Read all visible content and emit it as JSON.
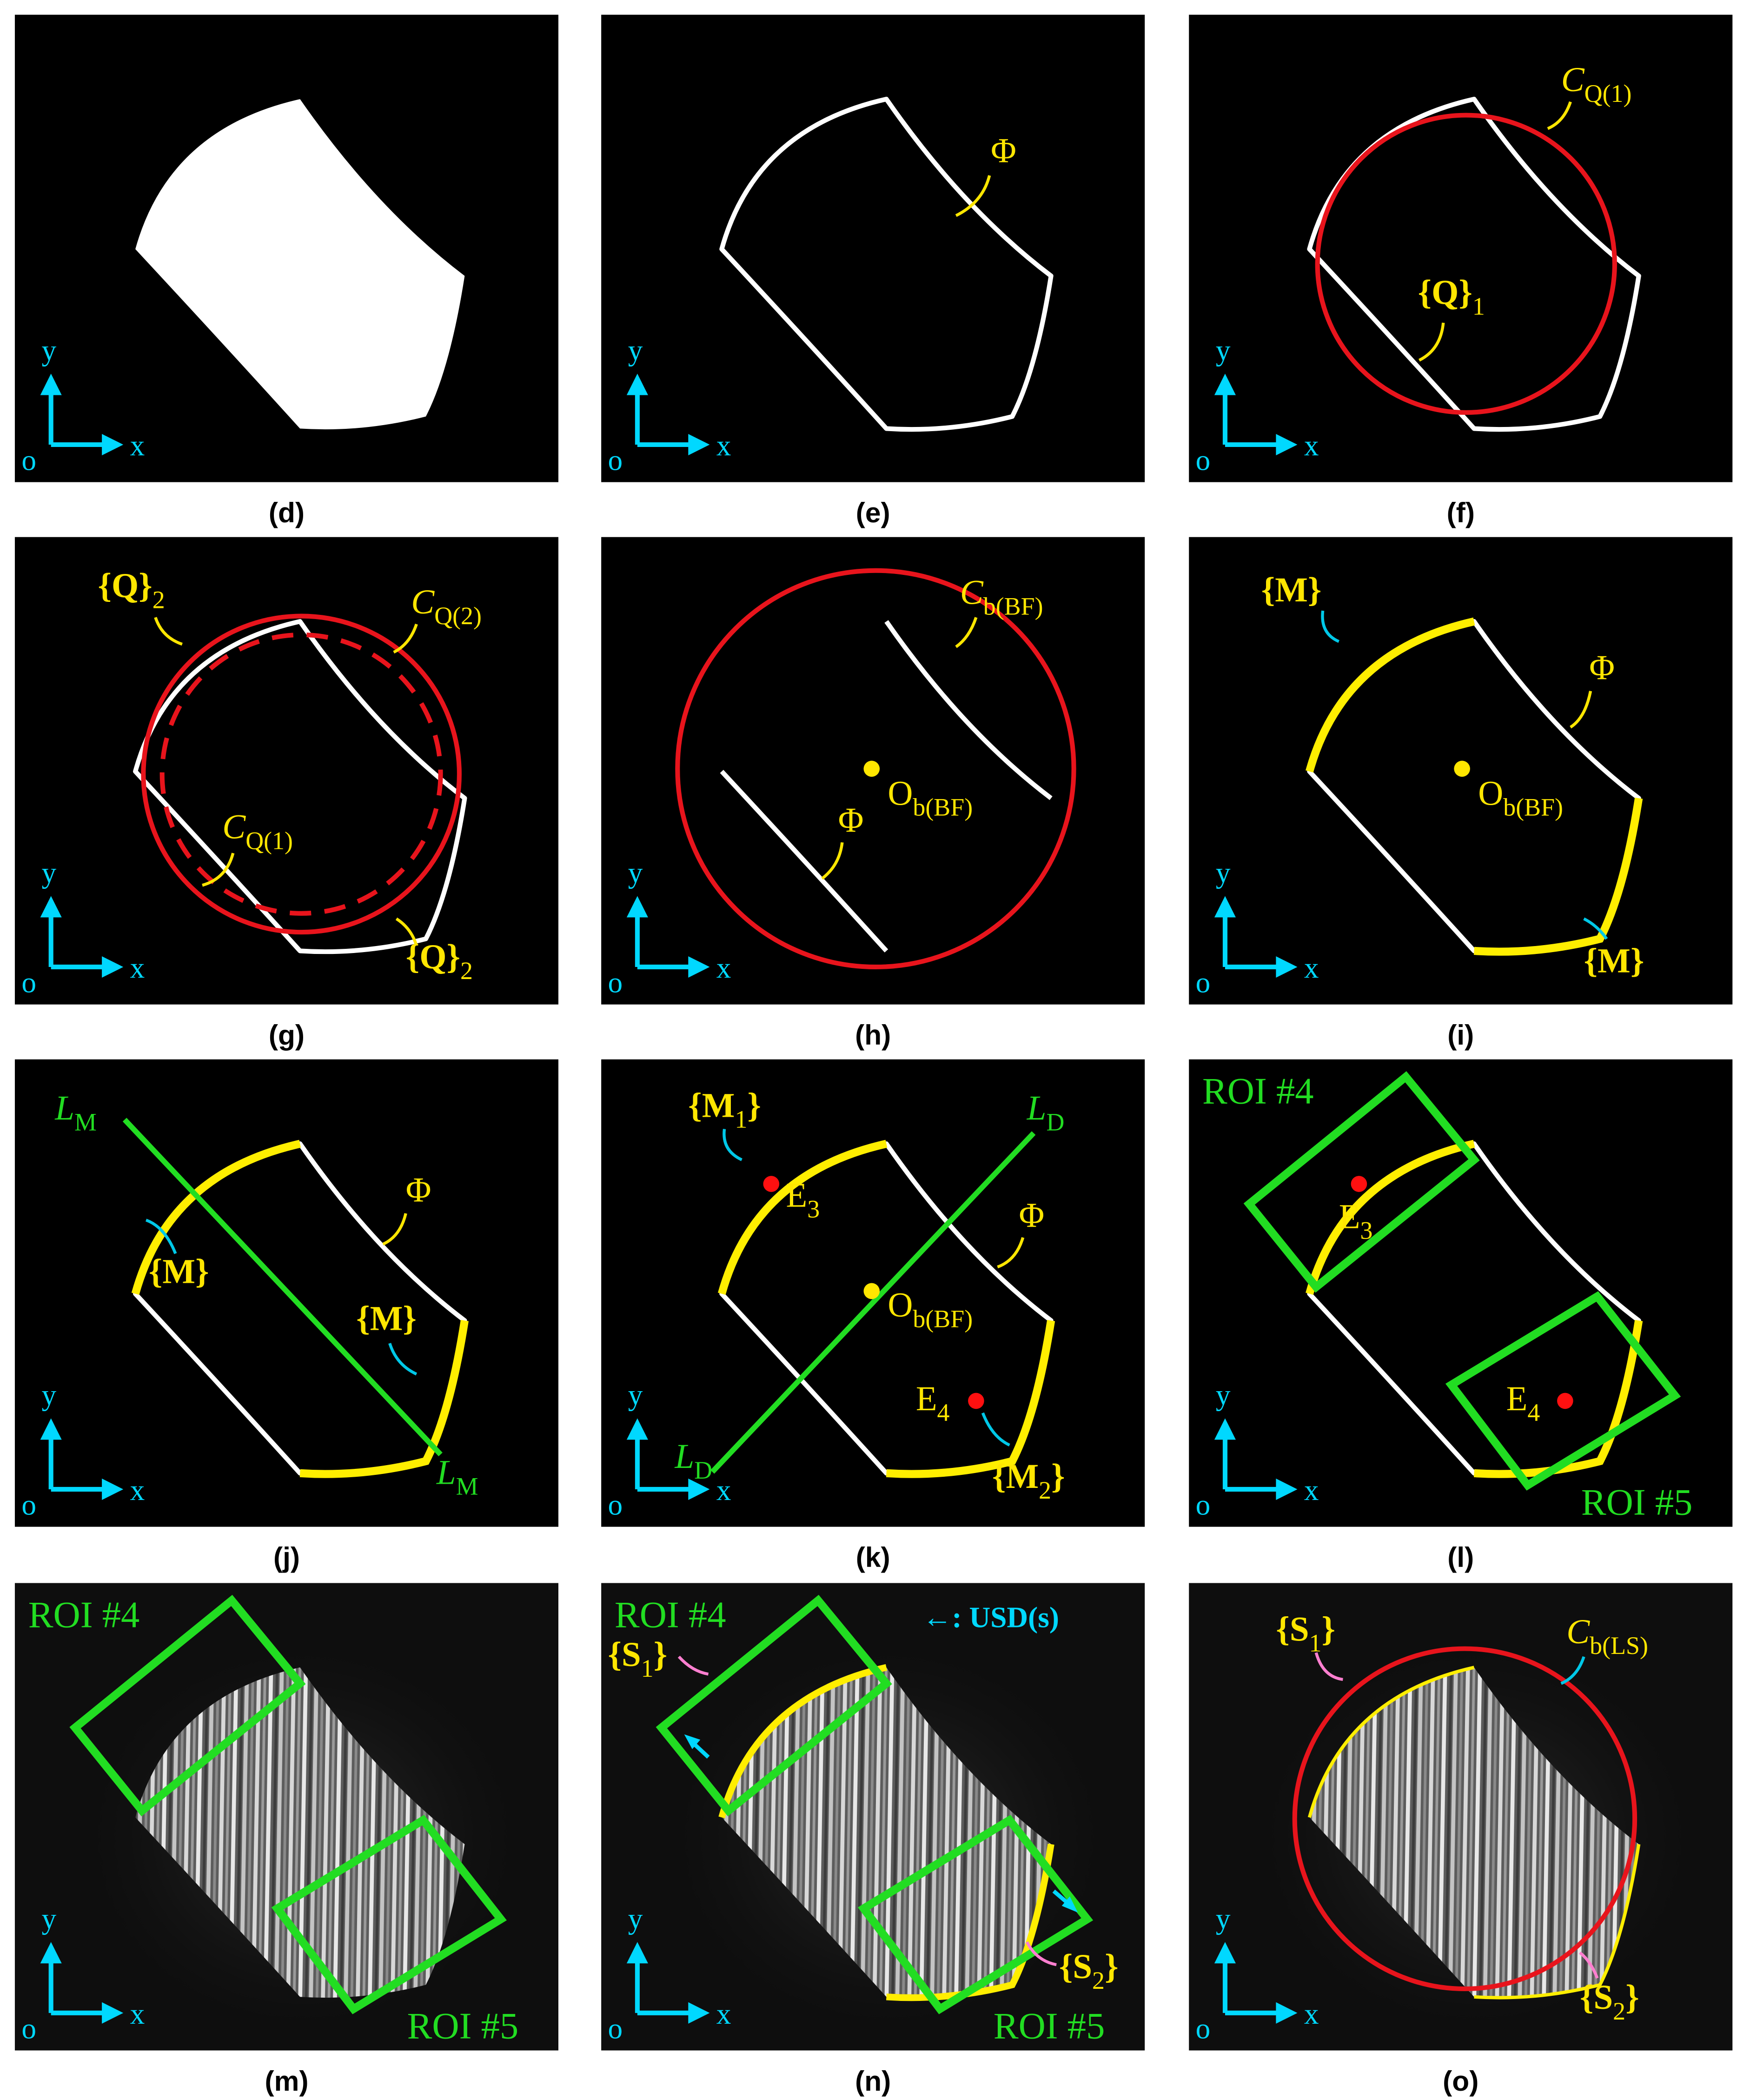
{
  "figure": {
    "colors": {
      "background": "#000000",
      "contour": "#ffffff",
      "circle": "#e8141c",
      "annotation_text": "#ffe600",
      "highlight_arc": "#ffee00",
      "line_green": "#22dd22",
      "axis_cyan": "#00d8ff",
      "point_yellow": "#ffe600",
      "point_red": "#ff1010",
      "leader_cyan": "#00c8e8",
      "leader_pink": "#ff7fd0"
    },
    "axis": {
      "y": "y",
      "x": "x",
      "origin": "o"
    },
    "panels": {
      "d": {
        "caption": "(d)"
      },
      "e": {
        "caption": "(e)",
        "phi": "Φ"
      },
      "f": {
        "caption": "(f)",
        "cq1": "C",
        "cq1_sub": "Q(1)",
        "q1": "{Q}",
        "q1_sub": "1"
      },
      "g": {
        "caption": "(g)",
        "q2a": "{Q}",
        "q2a_sub": "2",
        "cq2": "C",
        "cq2_sub": "Q(2)",
        "cq1": "C",
        "cq1_sub": "Q(1)",
        "q2b": "{Q}",
        "q2b_sub": "2"
      },
      "h": {
        "caption": "(h)",
        "cbf": "C",
        "cbf_sub": "b(BF)",
        "obf": "O",
        "obf_sub": "b(BF)",
        "phi": "Φ"
      },
      "i": {
        "caption": "(i)",
        "m_top": "{M}",
        "phi": "Φ",
        "obf": "O",
        "obf_sub": "b(BF)",
        "m_bot": "{M}"
      },
      "j": {
        "caption": "(j)",
        "lm_top": "L",
        "lm_top_sub": "M",
        "phi": "Φ",
        "m_left": "{M}",
        "m_right": "{M}",
        "lm_bot": "L",
        "lm_bot_sub": "M"
      },
      "k": {
        "caption": "(k)",
        "m1": "{M",
        "m1_sub": "1",
        "m1_close": "}",
        "e3": "E",
        "e3_sub": "3",
        "ld_top": "L",
        "ld_top_sub": "D",
        "phi": "Φ",
        "obf": "O",
        "obf_sub": "b(BF)",
        "e4": "E",
        "e4_sub": "4",
        "ld_bot": "L",
        "ld_bot_sub": "D",
        "m2": "{M",
        "m2_sub": "2",
        "m2_close": "}"
      },
      "l": {
        "caption": "(l)",
        "roi4": "ROI #4",
        "e3": "E",
        "e3_sub": "3",
        "e4": "E",
        "e4_sub": "4",
        "roi5": "ROI #5"
      },
      "m": {
        "caption": "(m)",
        "roi4": "ROI #4",
        "roi5": "ROI #5"
      },
      "n": {
        "caption": "(n)",
        "roi4": "ROI #4",
        "usd": "←: USD(s)",
        "s1": "{S",
        "s1_sub": "1",
        "s1_close": "}",
        "s2": "{S",
        "s2_sub": "2",
        "s2_close": "}",
        "roi5": "ROI #5"
      },
      "o": {
        "caption": "(o)",
        "s1": "{S",
        "s1_sub": "1",
        "s1_close": "}",
        "cls": "C",
        "cls_sub": "b(LS)",
        "s2": "{S",
        "s2_sub": "2",
        "s2_close": "}"
      }
    }
  }
}
